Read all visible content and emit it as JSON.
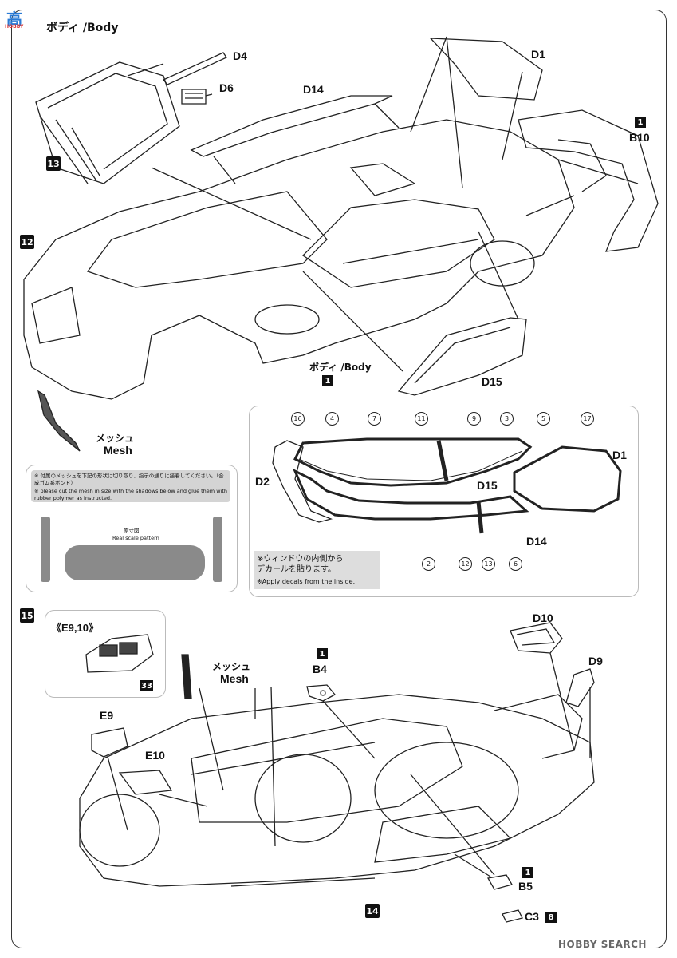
{
  "header": {
    "logo_text": "高",
    "logo_subtext": "HOBBY",
    "title": "ボディ /Body"
  },
  "steps": {
    "s12": "12",
    "s13": "13",
    "s14": "14",
    "s15": "15"
  },
  "part_labels": {
    "D4": "D4",
    "D6": "D6",
    "D14": "D14",
    "D1": "D1",
    "B10": "B10",
    "D15": "D15",
    "body_jp_en": "ボディ /Body",
    "mesh_jp": "メッシュ",
    "mesh_en": "Mesh",
    "sub_1": "1"
  },
  "mesh_note": {
    "jp": "※ 付属のメッシュを下記の形状に切り取り、指示の通りに接着してください。（合成ゴム系ボンド）",
    "en": "※ please cut the mesh in size with the shadows below and glue them with rubber polymer as instructed.",
    "pattern_jp": "原寸図",
    "pattern_en": "Real scale pattern"
  },
  "window_panel": {
    "labels": {
      "D2": "D2",
      "D1": "D1",
      "D15": "D15",
      "D14": "D14"
    },
    "decal_numbers_top": [
      "16",
      "4",
      "7",
      "11",
      "9",
      "3",
      "5",
      "17"
    ],
    "decal_numbers_bottom": [
      "2",
      "12",
      "13",
      "6"
    ],
    "note_jp": "※ウィンドウの内側から\nデカールを貼ります。",
    "note_en": "※Apply decals from the inside."
  },
  "step15": {
    "inset_title": "《E9,10》",
    "inset_badge": "33",
    "labels": {
      "D10": "D10",
      "D9": "D9",
      "B4": "B4",
      "E9": "E9",
      "E10": "E10",
      "B5": "B5",
      "C3": "C3",
      "mesh_jp": "メッシュ",
      "mesh_en": "Mesh",
      "sub_1": "1",
      "sub_8": "8"
    }
  },
  "watermark": "HOBBY SEARCH"
}
